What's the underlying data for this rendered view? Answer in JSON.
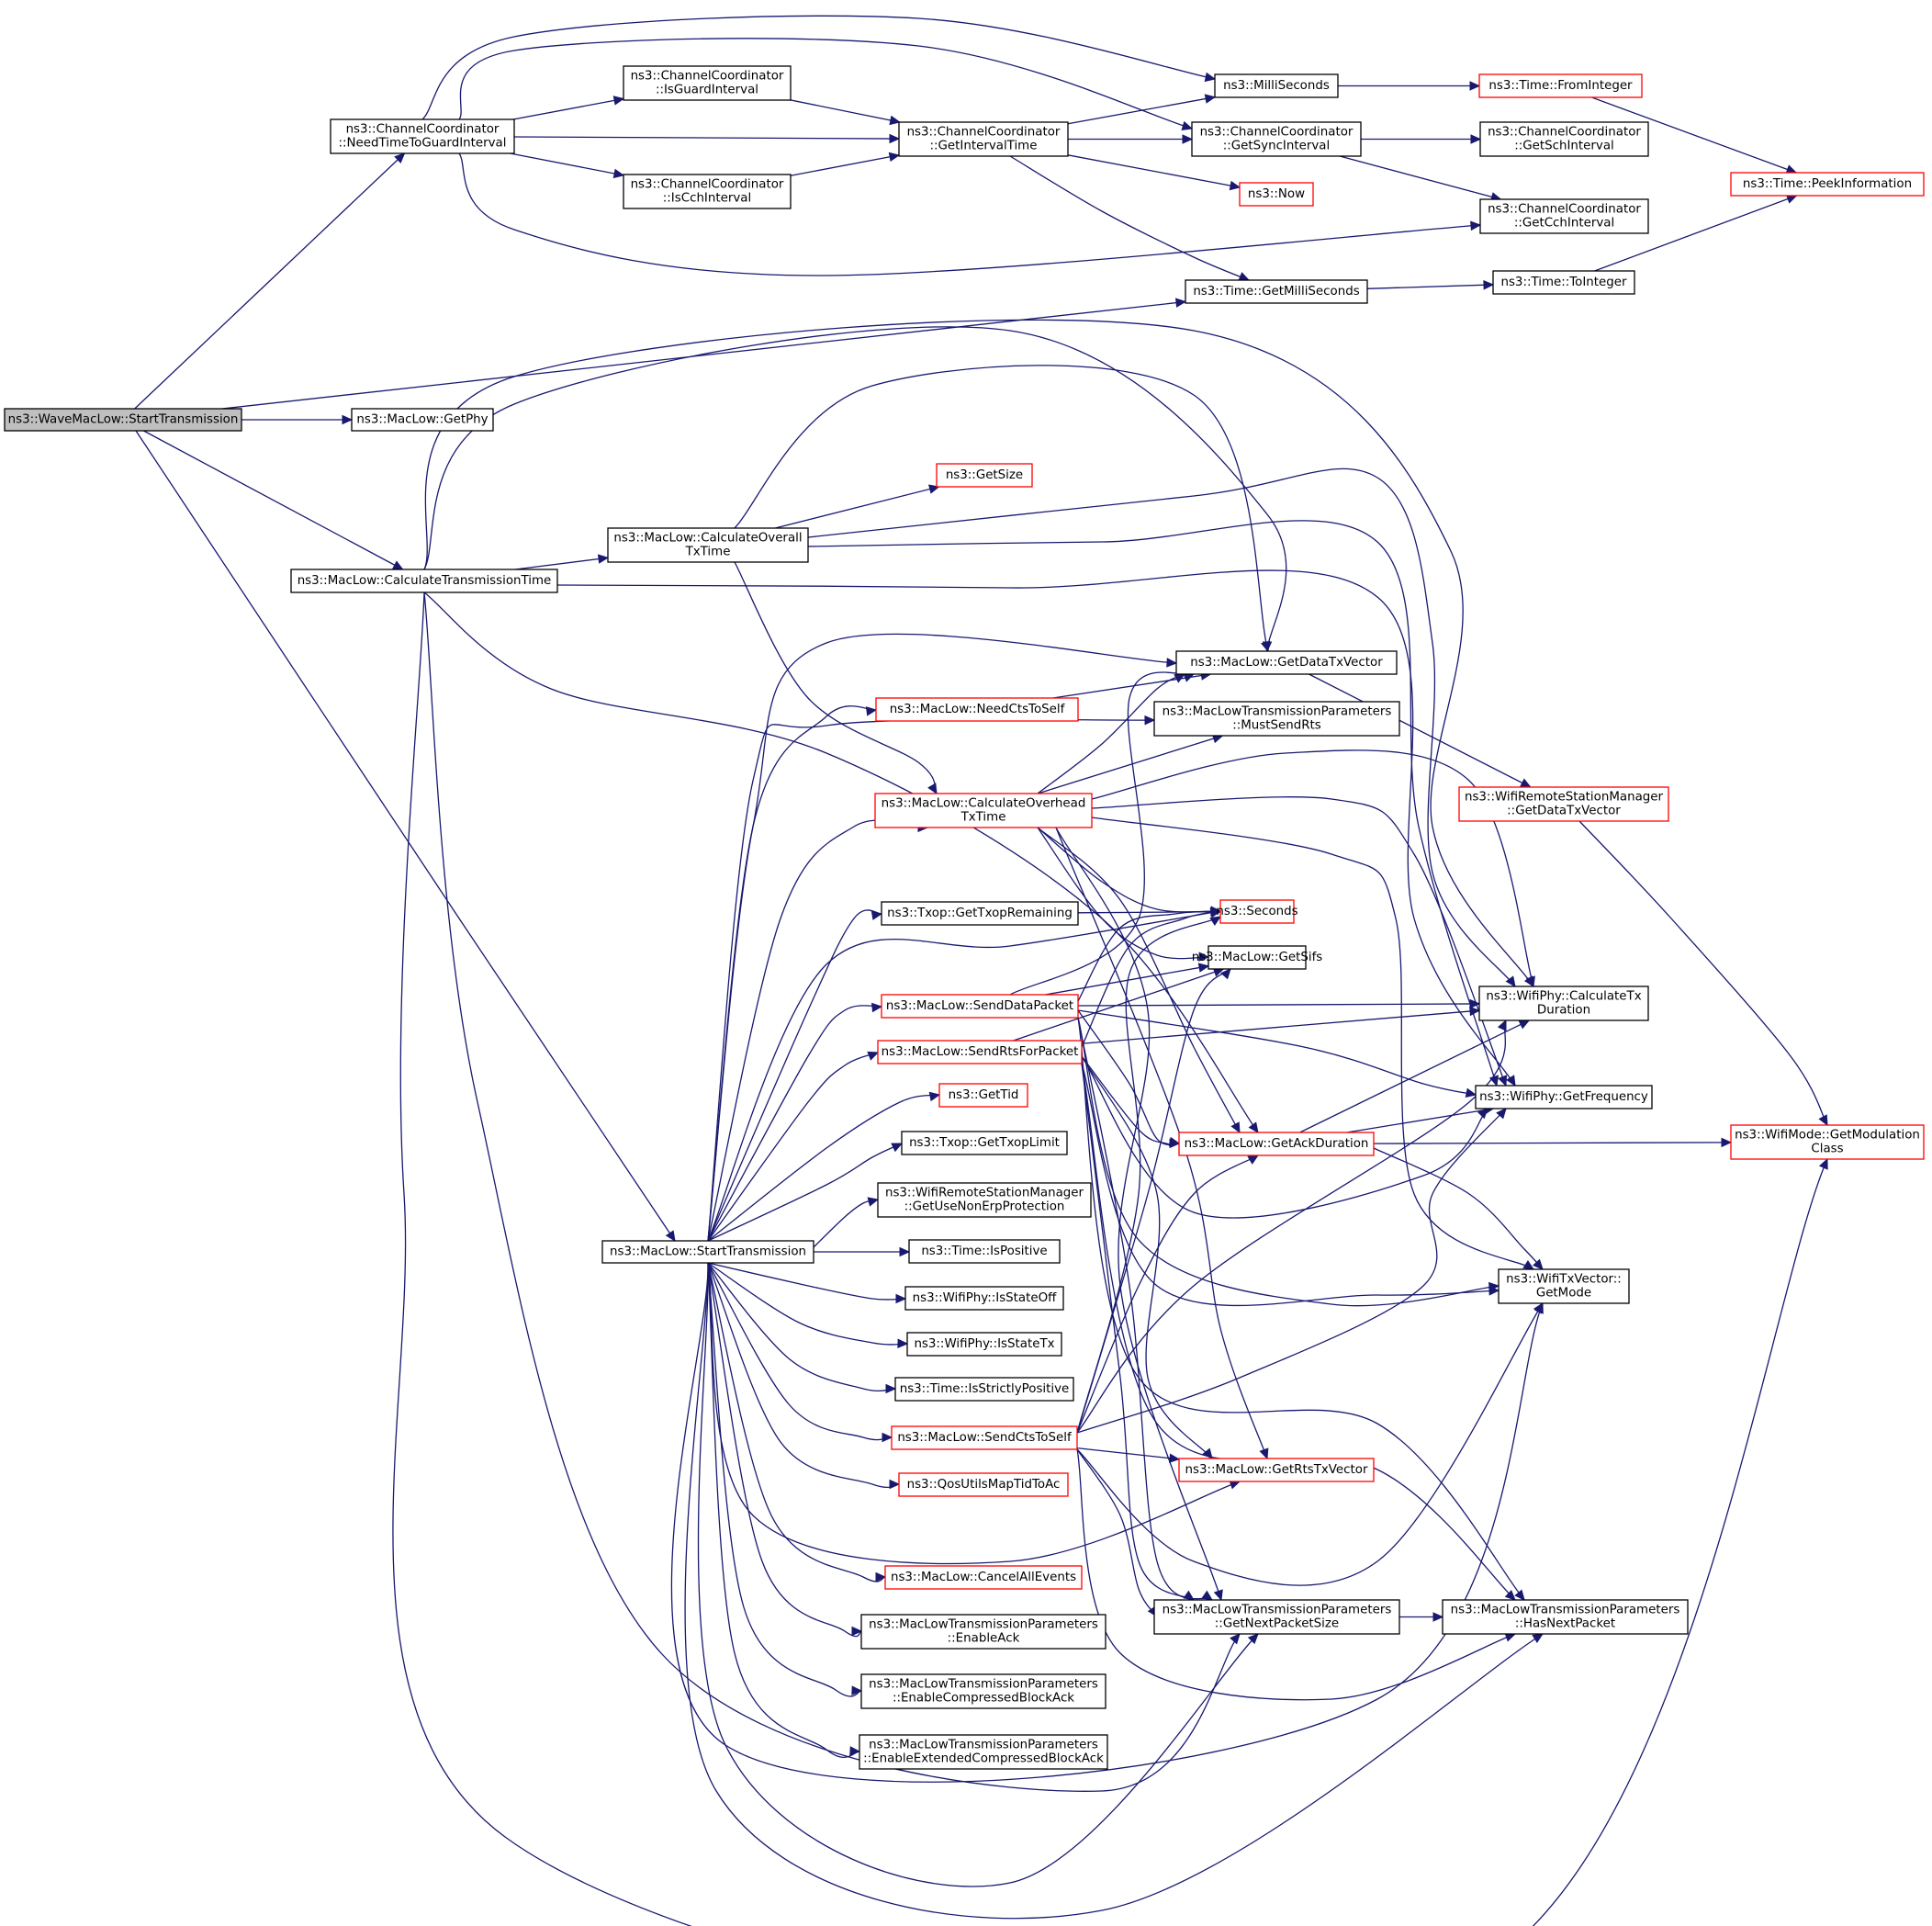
{
  "nodes": {
    "wave_start": {
      "lines": [
        "ns3::WaveMacLow::StartTransmission"
      ],
      "style": "root"
    },
    "need_guard": {
      "lines": [
        "ns3::ChannelCoordinator",
        "::NeedTimeToGuardInterval"
      ],
      "style": "black"
    },
    "get_phy": {
      "lines": [
        "ns3::MacLow::GetPhy"
      ],
      "style": "black"
    },
    "calc_tx_time": {
      "lines": [
        "ns3::MacLow::CalculateTransmissionTime"
      ],
      "style": "black"
    },
    "maclow_start": {
      "lines": [
        "ns3::MacLow::StartTransmission"
      ],
      "style": "black"
    },
    "is_guard": {
      "lines": [
        "ns3::ChannelCoordinator",
        "::IsGuardInterval"
      ],
      "style": "black"
    },
    "is_cch": {
      "lines": [
        "ns3::ChannelCoordinator",
        "::IsCchInterval"
      ],
      "style": "black"
    },
    "get_interval": {
      "lines": [
        "ns3::ChannelCoordinator",
        "::GetIntervalTime"
      ],
      "style": "black"
    },
    "millis": {
      "lines": [
        "ns3::MilliSeconds"
      ],
      "style": "black"
    },
    "get_sync": {
      "lines": [
        "ns3::ChannelCoordinator",
        "::GetSyncInterval"
      ],
      "style": "black"
    },
    "now": {
      "lines": [
        "ns3::Now"
      ],
      "style": "red"
    },
    "get_millis": {
      "lines": [
        "ns3::Time::GetMilliSeconds"
      ],
      "style": "black"
    },
    "from_int": {
      "lines": [
        "ns3::Time::FromInteger"
      ],
      "style": "red"
    },
    "get_sch": {
      "lines": [
        "ns3::ChannelCoordinator",
        "::GetSchInterval"
      ],
      "style": "black"
    },
    "get_cch": {
      "lines": [
        "ns3::ChannelCoordinator",
        "::GetCchInterval"
      ],
      "style": "black"
    },
    "to_int": {
      "lines": [
        "ns3::Time::ToInteger"
      ],
      "style": "black"
    },
    "peek": {
      "lines": [
        "ns3::Time::PeekInformation"
      ],
      "style": "red"
    },
    "calc_overall": {
      "lines": [
        "ns3::MacLow::CalculateOverall",
        "TxTime"
      ],
      "style": "black"
    },
    "get_size": {
      "lines": [
        "ns3::GetSize"
      ],
      "style": "red"
    },
    "get_data_txv": {
      "lines": [
        "ns3::MacLow::GetDataTxVector"
      ],
      "style": "black"
    },
    "need_cts": {
      "lines": [
        "ns3::MacLow::NeedCtsToSelf"
      ],
      "style": "red"
    },
    "must_send_rts": {
      "lines": [
        "ns3::MacLowTransmissionParameters",
        "::MustSendRts"
      ],
      "style": "black"
    },
    "calc_overhead": {
      "lines": [
        "ns3::MacLow::CalculateOverhead",
        "TxTime"
      ],
      "style": "red"
    },
    "wrsm_get_data": {
      "lines": [
        "ns3::WifiRemoteStationManager",
        "::GetDataTxVector"
      ],
      "style": "red"
    },
    "txop_remaining": {
      "lines": [
        "ns3::Txop::GetTxopRemaining"
      ],
      "style": "black"
    },
    "seconds": {
      "lines": [
        "ns3::Seconds"
      ],
      "style": "red"
    },
    "get_sifs": {
      "lines": [
        "ns3::MacLow::GetSifs"
      ],
      "style": "black"
    },
    "send_data": {
      "lines": [
        "ns3::MacLow::SendDataPacket"
      ],
      "style": "red"
    },
    "calc_tx_dur": {
      "lines": [
        "ns3::WifiPhy::CalculateTx",
        "Duration"
      ],
      "style": "black"
    },
    "send_rts": {
      "lines": [
        "ns3::MacLow::SendRtsForPacket"
      ],
      "style": "red"
    },
    "get_freq": {
      "lines": [
        "ns3::WifiPhy::GetFrequency"
      ],
      "style": "black"
    },
    "get_tid": {
      "lines": [
        "ns3::GetTid"
      ],
      "style": "red"
    },
    "get_ack_dur": {
      "lines": [
        "ns3::MacLow::GetAckDuration"
      ],
      "style": "red"
    },
    "get_mod_class": {
      "lines": [
        "ns3::WifiMode::GetModulation",
        "Class"
      ],
      "style": "red"
    },
    "txop_limit": {
      "lines": [
        "ns3::Txop::GetTxopLimit"
      ],
      "style": "black"
    },
    "use_nonerp": {
      "lines": [
        "ns3::WifiRemoteStationManager",
        "::GetUseNonErpProtection"
      ],
      "style": "black"
    },
    "is_positive": {
      "lines": [
        "ns3::Time::IsPositive"
      ],
      "style": "black"
    },
    "get_mode": {
      "lines": [
        "ns3::WifiTxVector::",
        "GetMode"
      ],
      "style": "black"
    },
    "is_state_off": {
      "lines": [
        "ns3::WifiPhy::IsStateOff"
      ],
      "style": "black"
    },
    "is_state_tx": {
      "lines": [
        "ns3::WifiPhy::IsStateTx"
      ],
      "style": "black"
    },
    "is_strictly_pos": {
      "lines": [
        "ns3::Time::IsStrictlyPositive"
      ],
      "style": "black"
    },
    "send_cts_self": {
      "lines": [
        "ns3::MacLow::SendCtsToSelf"
      ],
      "style": "red"
    },
    "get_rts_txv": {
      "lines": [
        "ns3::MacLow::GetRtsTxVector"
      ],
      "style": "red"
    },
    "qos_map": {
      "lines": [
        "ns3::QosUtilsMapTidToAc"
      ],
      "style": "red"
    },
    "cancel_all": {
      "lines": [
        "ns3::MacLow::CancelAllEvents"
      ],
      "style": "red"
    },
    "get_next_size": {
      "lines": [
        "ns3::MacLowTransmissionParameters",
        "::GetNextPacketSize"
      ],
      "style": "black"
    },
    "has_next": {
      "lines": [
        "ns3::MacLowTransmissionParameters",
        "::HasNextPacket"
      ],
      "style": "black"
    },
    "enable_ack": {
      "lines": [
        "ns3::MacLowTransmissionParameters",
        "::EnableAck"
      ],
      "style": "black"
    },
    "enable_cba": {
      "lines": [
        "ns3::MacLowTransmissionParameters",
        "::EnableCompressedBlockAck"
      ],
      "style": "black"
    },
    "enable_ecba": {
      "lines": [
        "ns3::MacLowTransmissionParameters",
        "::EnableExtendedCompressedBlockAck"
      ],
      "style": "black"
    }
  },
  "edges": [
    [
      "wave_start",
      "need_guard"
    ],
    [
      "wave_start",
      "get_phy"
    ],
    [
      "wave_start",
      "calc_tx_time"
    ],
    [
      "wave_start",
      "maclow_start"
    ],
    [
      "wave_start",
      "get_millis"
    ],
    [
      "need_guard",
      "is_guard"
    ],
    [
      "need_guard",
      "get_interval"
    ],
    [
      "need_guard",
      "is_cch"
    ],
    [
      "need_guard",
      "millis"
    ],
    [
      "need_guard",
      "get_sync"
    ],
    [
      "need_guard",
      "get_cch"
    ],
    [
      "is_guard",
      "get_interval"
    ],
    [
      "is_cch",
      "get_interval"
    ],
    [
      "get_interval",
      "millis"
    ],
    [
      "get_interval",
      "get_sync"
    ],
    [
      "get_interval",
      "now"
    ],
    [
      "get_interval",
      "get_millis"
    ],
    [
      "millis",
      "from_int"
    ],
    [
      "from_int",
      "peek"
    ],
    [
      "get_sync",
      "get_sch"
    ],
    [
      "get_sync",
      "get_cch"
    ],
    [
      "get_millis",
      "to_int"
    ],
    [
      "to_int",
      "peek"
    ],
    [
      "calc_tx_time",
      "calc_overall"
    ],
    [
      "calc_tx_time",
      "get_data_txv"
    ],
    [
      "calc_tx_time",
      "calc_tx_dur"
    ],
    [
      "calc_tx_time",
      "get_freq"
    ],
    [
      "calc_tx_time",
      "get_ack_dur"
    ],
    [
      "calc_tx_time",
      "get_next_size"
    ],
    [
      "calc_tx_time",
      "get_mod_class"
    ],
    [
      "calc_overall",
      "get_size"
    ],
    [
      "calc_overall",
      "get_data_txv"
    ],
    [
      "calc_overall",
      "calc_tx_dur"
    ],
    [
      "calc_overall",
      "get_freq"
    ],
    [
      "calc_overall",
      "calc_overhead"
    ],
    [
      "get_data_txv",
      "wrsm_get_data"
    ],
    [
      "wrsm_get_data",
      "get_mod_class"
    ],
    [
      "need_cts",
      "get_data_txv"
    ],
    [
      "calc_overhead",
      "get_data_txv"
    ],
    [
      "calc_overhead",
      "must_send_rts"
    ],
    [
      "calc_overhead",
      "calc_tx_dur"
    ],
    [
      "calc_overhead",
      "get_freq"
    ],
    [
      "calc_overhead",
      "seconds"
    ],
    [
      "calc_overhead",
      "get_sifs"
    ],
    [
      "calc_overhead",
      "get_ack_dur"
    ],
    [
      "calc_overhead",
      "get_rts_txv"
    ],
    [
      "calc_overhead",
      "get_mode"
    ],
    [
      "calc_overhead",
      "get_next_size"
    ],
    [
      "txop_remaining",
      "seconds"
    ],
    [
      "send_data",
      "get_data_txv"
    ],
    [
      "send_data",
      "seconds"
    ],
    [
      "send_data",
      "get_sifs"
    ],
    [
      "send_data",
      "calc_tx_dur"
    ],
    [
      "send_data",
      "get_freq"
    ],
    [
      "send_data",
      "get_ack_dur"
    ],
    [
      "send_data",
      "get_mode"
    ],
    [
      "send_data",
      "has_next"
    ],
    [
      "send_data",
      "get_next_size"
    ],
    [
      "send_rts",
      "seconds"
    ],
    [
      "send_rts",
      "get_sifs"
    ],
    [
      "send_rts",
      "calc_tx_dur"
    ],
    [
      "send_rts",
      "get_freq"
    ],
    [
      "send_rts",
      "get_ack_dur"
    ],
    [
      "send_rts",
      "get_rts_txv"
    ],
    [
      "send_rts",
      "get_mode"
    ],
    [
      "send_rts",
      "has_next"
    ],
    [
      "send_rts",
      "get_next_size"
    ],
    [
      "get_ack_dur",
      "calc_tx_dur"
    ],
    [
      "get_ack_dur",
      "get_freq"
    ],
    [
      "get_ack_dur",
      "get_mod_class"
    ],
    [
      "get_ack_dur",
      "get_mode"
    ],
    [
      "send_cts_self",
      "seconds"
    ],
    [
      "send_cts_self",
      "get_sifs"
    ],
    [
      "send_cts_self",
      "calc_tx_dur"
    ],
    [
      "send_cts_self",
      "get_freq"
    ],
    [
      "send_cts_self",
      "get_ack_dur"
    ],
    [
      "send_cts_self",
      "get_rts_txv"
    ],
    [
      "send_cts_self",
      "get_mode"
    ],
    [
      "send_cts_self",
      "get_next_size"
    ],
    [
      "send_cts_self",
      "has_next"
    ],
    [
      "get_next_size",
      "has_next"
    ],
    [
      "maclow_start",
      "get_data_txv"
    ],
    [
      "maclow_start",
      "need_cts"
    ],
    [
      "maclow_start",
      "must_send_rts"
    ],
    [
      "maclow_start",
      "calc_overhead"
    ],
    [
      "maclow_start",
      "txop_remaining"
    ],
    [
      "maclow_start",
      "seconds"
    ],
    [
      "maclow_start",
      "send_data"
    ],
    [
      "maclow_start",
      "send_rts"
    ],
    [
      "maclow_start",
      "get_tid"
    ],
    [
      "maclow_start",
      "txop_limit"
    ],
    [
      "maclow_start",
      "use_nonerp"
    ],
    [
      "maclow_start",
      "is_positive"
    ],
    [
      "maclow_start",
      "is_state_off"
    ],
    [
      "maclow_start",
      "is_state_tx"
    ],
    [
      "maclow_start",
      "is_strictly_pos"
    ],
    [
      "maclow_start",
      "send_cts_self"
    ],
    [
      "maclow_start",
      "qos_map"
    ],
    [
      "maclow_start",
      "get_rts_txv"
    ],
    [
      "maclow_start",
      "cancel_all"
    ],
    [
      "maclow_start",
      "enable_ack"
    ],
    [
      "maclow_start",
      "enable_cba"
    ],
    [
      "maclow_start",
      "enable_ecba"
    ],
    [
      "maclow_start",
      "get_next_size"
    ],
    [
      "maclow_start",
      "has_next"
    ],
    [
      "maclow_start",
      "get_mode"
    ]
  ]
}
